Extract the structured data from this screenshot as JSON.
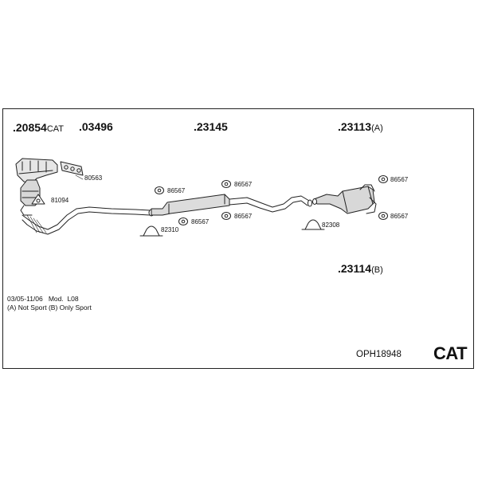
{
  "parts": {
    "manifold": {
      "number": ".20854",
      "suffix": "CAT"
    },
    "gasket_set": {
      "number": ".03496"
    },
    "middle_silencer": {
      "number": ".23145"
    },
    "rear_silencer_a": {
      "number": ".23113",
      "suffix": "(A)"
    },
    "rear_silencer_b": {
      "number": ".23114",
      "suffix": "(B)"
    }
  },
  "small_parts": {
    "gasket_80563": "80563",
    "clamp_81094": "81094",
    "rubber_86567_a": "86567",
    "rubber_86567_b": "86567",
    "clamp_82310": "82310",
    "rubber_86567_c": "86567",
    "rubber_86567_d": "86567",
    "rubber_86567_e": "86567",
    "rubber_86567_f": "86567",
    "clamp_82308": "82308"
  },
  "notes": {
    "line1": "03/05-11/06   Mod.  L08",
    "line2": "(A) Not Sport (B) Only Sport"
  },
  "code": "OPH18948",
  "cat_label": "CAT",
  "colors": {
    "line": "#222222",
    "frame": "#222222",
    "part_fill": "#d8d8d8"
  }
}
